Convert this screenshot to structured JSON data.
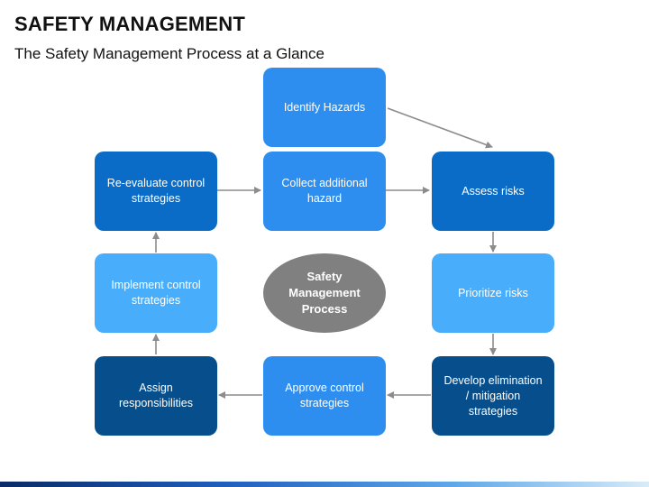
{
  "title": "SAFETY MANAGEMENT",
  "subtitle": "The Safety Management Process at a Glance",
  "center": "Safety Management Process",
  "nodes": {
    "identify": "Identify Hazards",
    "collect": "Collect additional hazard",
    "reevaluate": "Re-evaluate control strategies",
    "assess": "Assess risks",
    "implement": "Implement control strategies",
    "prioritize": "Prioritize risks",
    "assign": "Assign responsibilities",
    "approve": "Approve control strategies",
    "develop": "Develop elimination / mitigation strategies"
  },
  "colors": {
    "dark": "#064F8C",
    "mid": "#0A6CC6",
    "bright": "#2E8EEF",
    "light": "#48AEFC",
    "center": "#808080",
    "arrow": "#8c8c8c"
  }
}
